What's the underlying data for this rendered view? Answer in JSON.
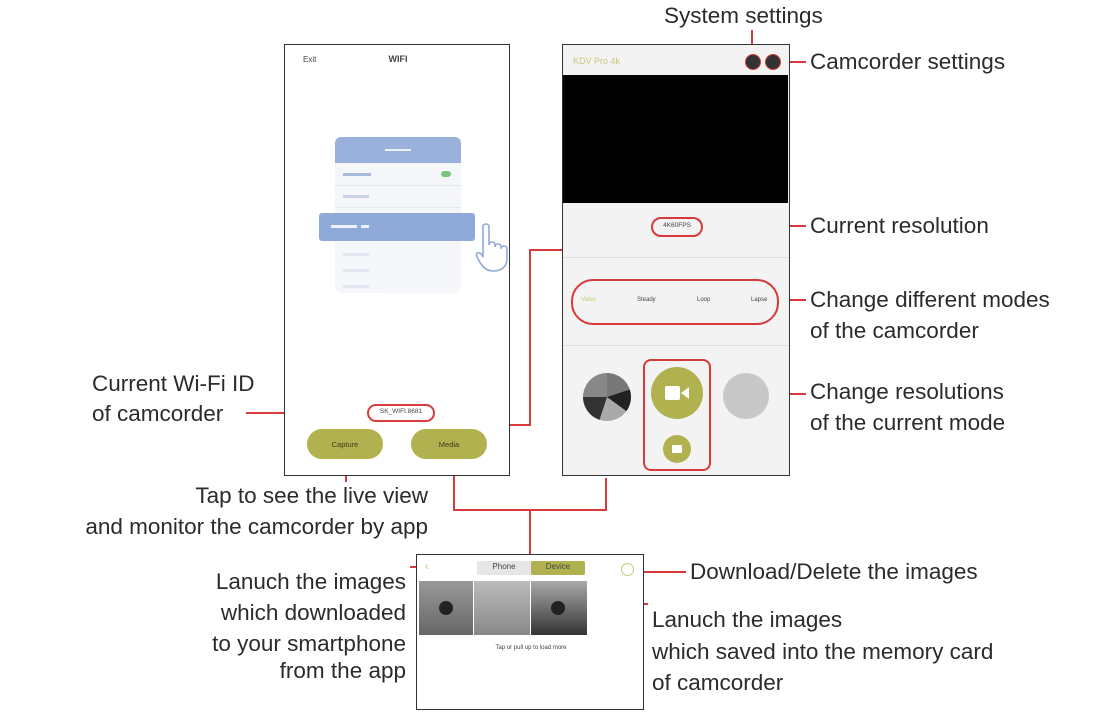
{
  "labels": {
    "system_settings": "System settings",
    "camcorder_settings": "Camcorder settings",
    "current_resolution": "Current resolution",
    "change_modes_1": "Change different modes",
    "change_modes_2": "of the camcorder",
    "change_res_1": "Change resolutions",
    "change_res_2": "of the current mode",
    "wifi_id_1": "Current Wi-Fi ID",
    "wifi_id_2": "of camcorder",
    "live_view_1": "Tap to see the live view",
    "live_view_2": "and monitor the camcorder by app",
    "download_delete": "Download/Delete the images",
    "launch_phone_1": "Lanuch the images",
    "launch_phone_2": "which downloaded",
    "launch_phone_3": "to your smartphone",
    "launch_phone_4": "from the app",
    "launch_card_1": "Lanuch the images",
    "launch_card_2": "which saved into the memory card",
    "launch_card_3": "of camcorder"
  },
  "wifi_screen": {
    "exit": "Exit",
    "title": "WIFI",
    "wifi_id": "SK_WIFI.8681",
    "capture_button": "Capture",
    "media_button": "Media"
  },
  "camcorder_screen": {
    "title": "KDV Pro 4k",
    "resolution": "4K60FPS",
    "modes": [
      "Video",
      "Steady",
      "Loop",
      "Lapse"
    ]
  },
  "media_screen": {
    "tab_phone": "Phone",
    "tab_device": "Device",
    "hint": "Tap or pull up to load more"
  },
  "colors": {
    "accent": "#b2b14f",
    "annotation": "#d63a3a",
    "wifi_blue": "#8fa9d8"
  }
}
